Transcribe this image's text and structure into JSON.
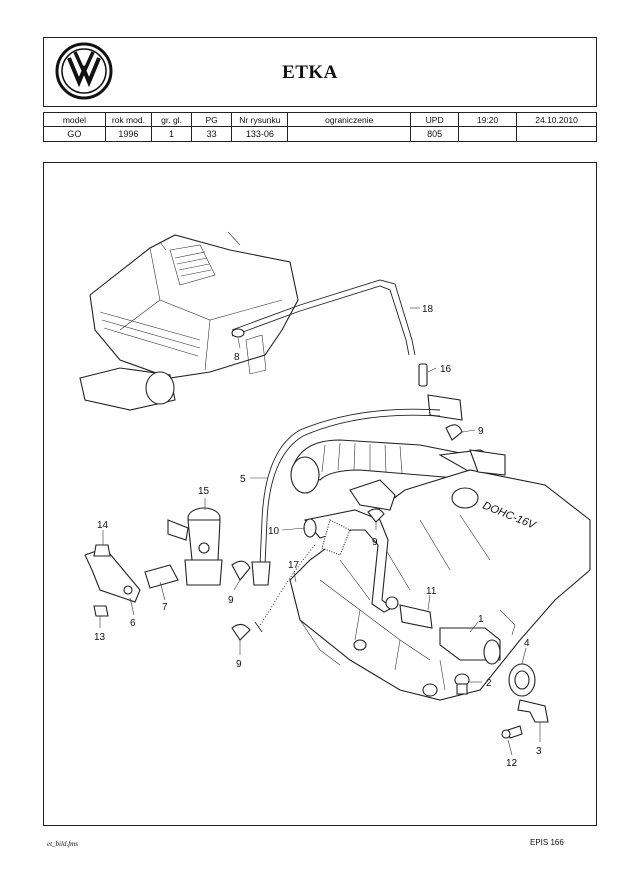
{
  "header": {
    "logo": "vw-logo",
    "title": "ETKA"
  },
  "meta": {
    "columns": [
      "model",
      "rok mod.",
      "gr. gl.",
      "PG",
      "Nr rysunku",
      "ograniczenie",
      "UPD",
      "19:20",
      "24.10.2010"
    ],
    "values": [
      "GO",
      "1996",
      "1",
      "33",
      "133-06",
      "",
      "805",
      "",
      ""
    ]
  },
  "diagram": {
    "engine_text": "DOHC-16V",
    "callouts": [
      "18",
      "16",
      "8",
      "9",
      "5",
      "15",
      "14",
      "10",
      "9",
      "17",
      "7",
      "9",
      "6",
      "13",
      "11",
      "1",
      "4",
      "9",
      "2",
      "3",
      "12"
    ]
  },
  "footer": {
    "left": "et_bild.fms",
    "right": "EPIS 166"
  }
}
